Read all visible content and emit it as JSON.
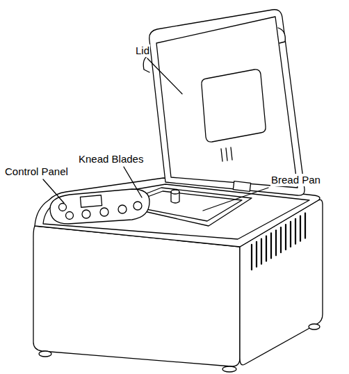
{
  "diagram": {
    "labels": [
      "Lid",
      "Knead Blades",
      "Control Panel",
      "Bread Pan"
    ]
  }
}
